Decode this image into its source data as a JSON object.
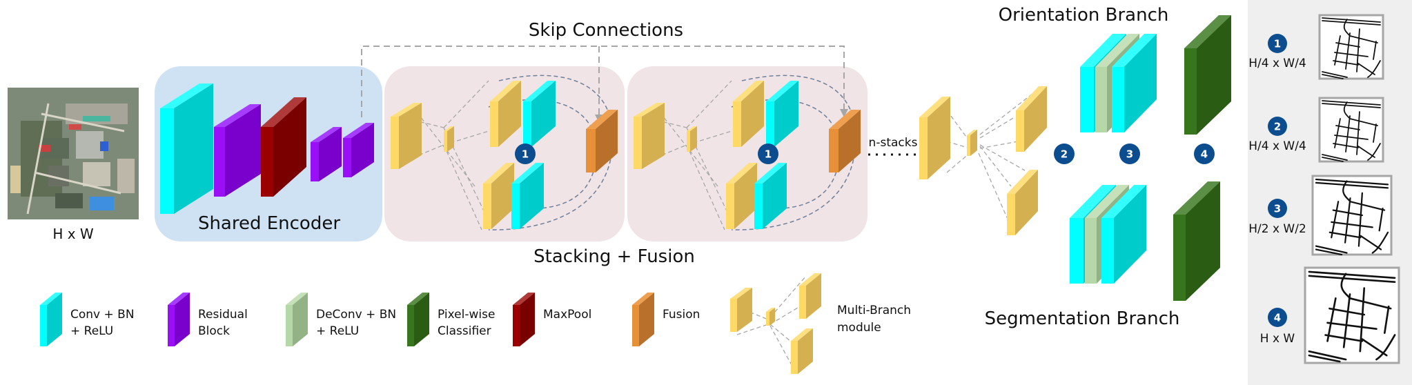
{
  "colors": {
    "conv": {
      "front": "#00ffff",
      "side": "#00cccc",
      "top": "#33ffff"
    },
    "residual": {
      "front": "#9a0ff5",
      "side": "#7a00cc",
      "top": "#a63cff"
    },
    "maxpool": {
      "front": "#9a0000",
      "side": "#7a0000",
      "top": "#b03a3a"
    },
    "fusion": {
      "front": "#e69138",
      "side": "#b8702a",
      "top": "#eea050"
    },
    "multibranch": {
      "front": "#ffd966",
      "side": "#d4b050",
      "top": "#ffe080"
    },
    "deconv": {
      "front": "#b6d7a8",
      "side": "#93b386",
      "top": "#c6e0ba"
    },
    "classifier": {
      "front": "#38761d",
      "side": "#2a5c14",
      "top": "#5a8f45"
    },
    "badge": "#0b4d8f",
    "encoder_bg": "#cfe2f3",
    "stack_bg": "#f1e4e6",
    "output_panel_bg": "#efefef",
    "dash": "#a6a6a6"
  },
  "input": {
    "label": "H x W",
    "image": "satellite-aerial-image"
  },
  "encoder": {
    "title": "Shared Encoder",
    "blocks": [
      "conv",
      "residual",
      "maxpool",
      "residual",
      "residual"
    ]
  },
  "skip_connections": {
    "title": "Skip Connections"
  },
  "stacking": {
    "title": "Stacking + Fusion",
    "stacks": [
      {
        "badge": "1"
      },
      {
        "badge": "1"
      }
    ]
  },
  "n_stacks": {
    "label": "n-stacks"
  },
  "branches": {
    "orientation": {
      "title": "Orientation Branch"
    },
    "segmentation": {
      "title": "Segmentation Branch"
    },
    "badges": [
      "2",
      "3",
      "4"
    ]
  },
  "outputs": [
    {
      "badge": "1",
      "label": "H/4 x W/4"
    },
    {
      "badge": "2",
      "label": "H/4 x W/4"
    },
    {
      "badge": "3",
      "label": "H/2 x W/2"
    },
    {
      "badge": "4",
      "label": "H x W"
    }
  ],
  "legend": [
    {
      "type": "conv",
      "line1": "Conv + BN",
      "line2": " + ReLU"
    },
    {
      "type": "residual",
      "line1": "Residual",
      "line2": "Block"
    },
    {
      "type": "deconv",
      "line1": "DeConv + BN",
      "line2": "+ ReLU"
    },
    {
      "type": "classifier",
      "line1": "Pixel-wise",
      "line2": "Classifier"
    },
    {
      "type": "maxpool",
      "line1": "MaxPool",
      "line2": ""
    },
    {
      "type": "fusion",
      "line1": "Fusion",
      "line2": ""
    },
    {
      "type": "multibranch",
      "line1": "Multi-Branch",
      "line2": "module"
    }
  ]
}
